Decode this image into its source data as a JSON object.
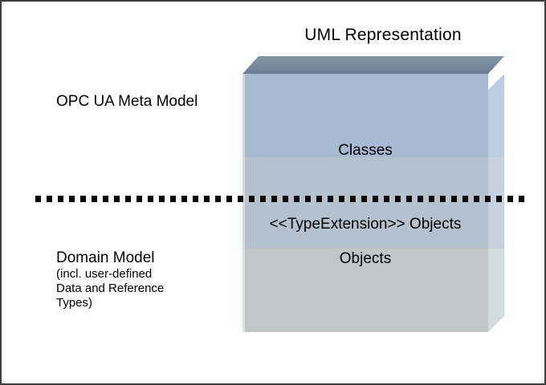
{
  "diagram": {
    "title": "UML Representation",
    "border_color": "#3d3d3d",
    "background": "#ffffff",
    "labels": {
      "meta_model": "OPC UA Meta Model",
      "domain_model_heading": "Domain Model",
      "domain_model_sub_line1": "(incl. user-defined",
      "domain_model_sub_line2": "Data and Reference",
      "domain_model_sub_line3": "Types)"
    },
    "divider": {
      "style": "dotted",
      "color": "#000000"
    },
    "block": {
      "bands": [
        {
          "id": "classes",
          "label": "Classes",
          "front_color": "#a8bad2",
          "side_color": "#bdcde2"
        },
        {
          "id": "type-extension",
          "label": "<<TypeExtension>> Objects",
          "front_color": "#b3c2ce",
          "side_color": "#c6d2dd"
        },
        {
          "id": "objects",
          "label": "Objects",
          "front_color": "#bfc7c7",
          "side_color": "#d3dcdc"
        }
      ],
      "top_face_color": "#75869b"
    }
  }
}
